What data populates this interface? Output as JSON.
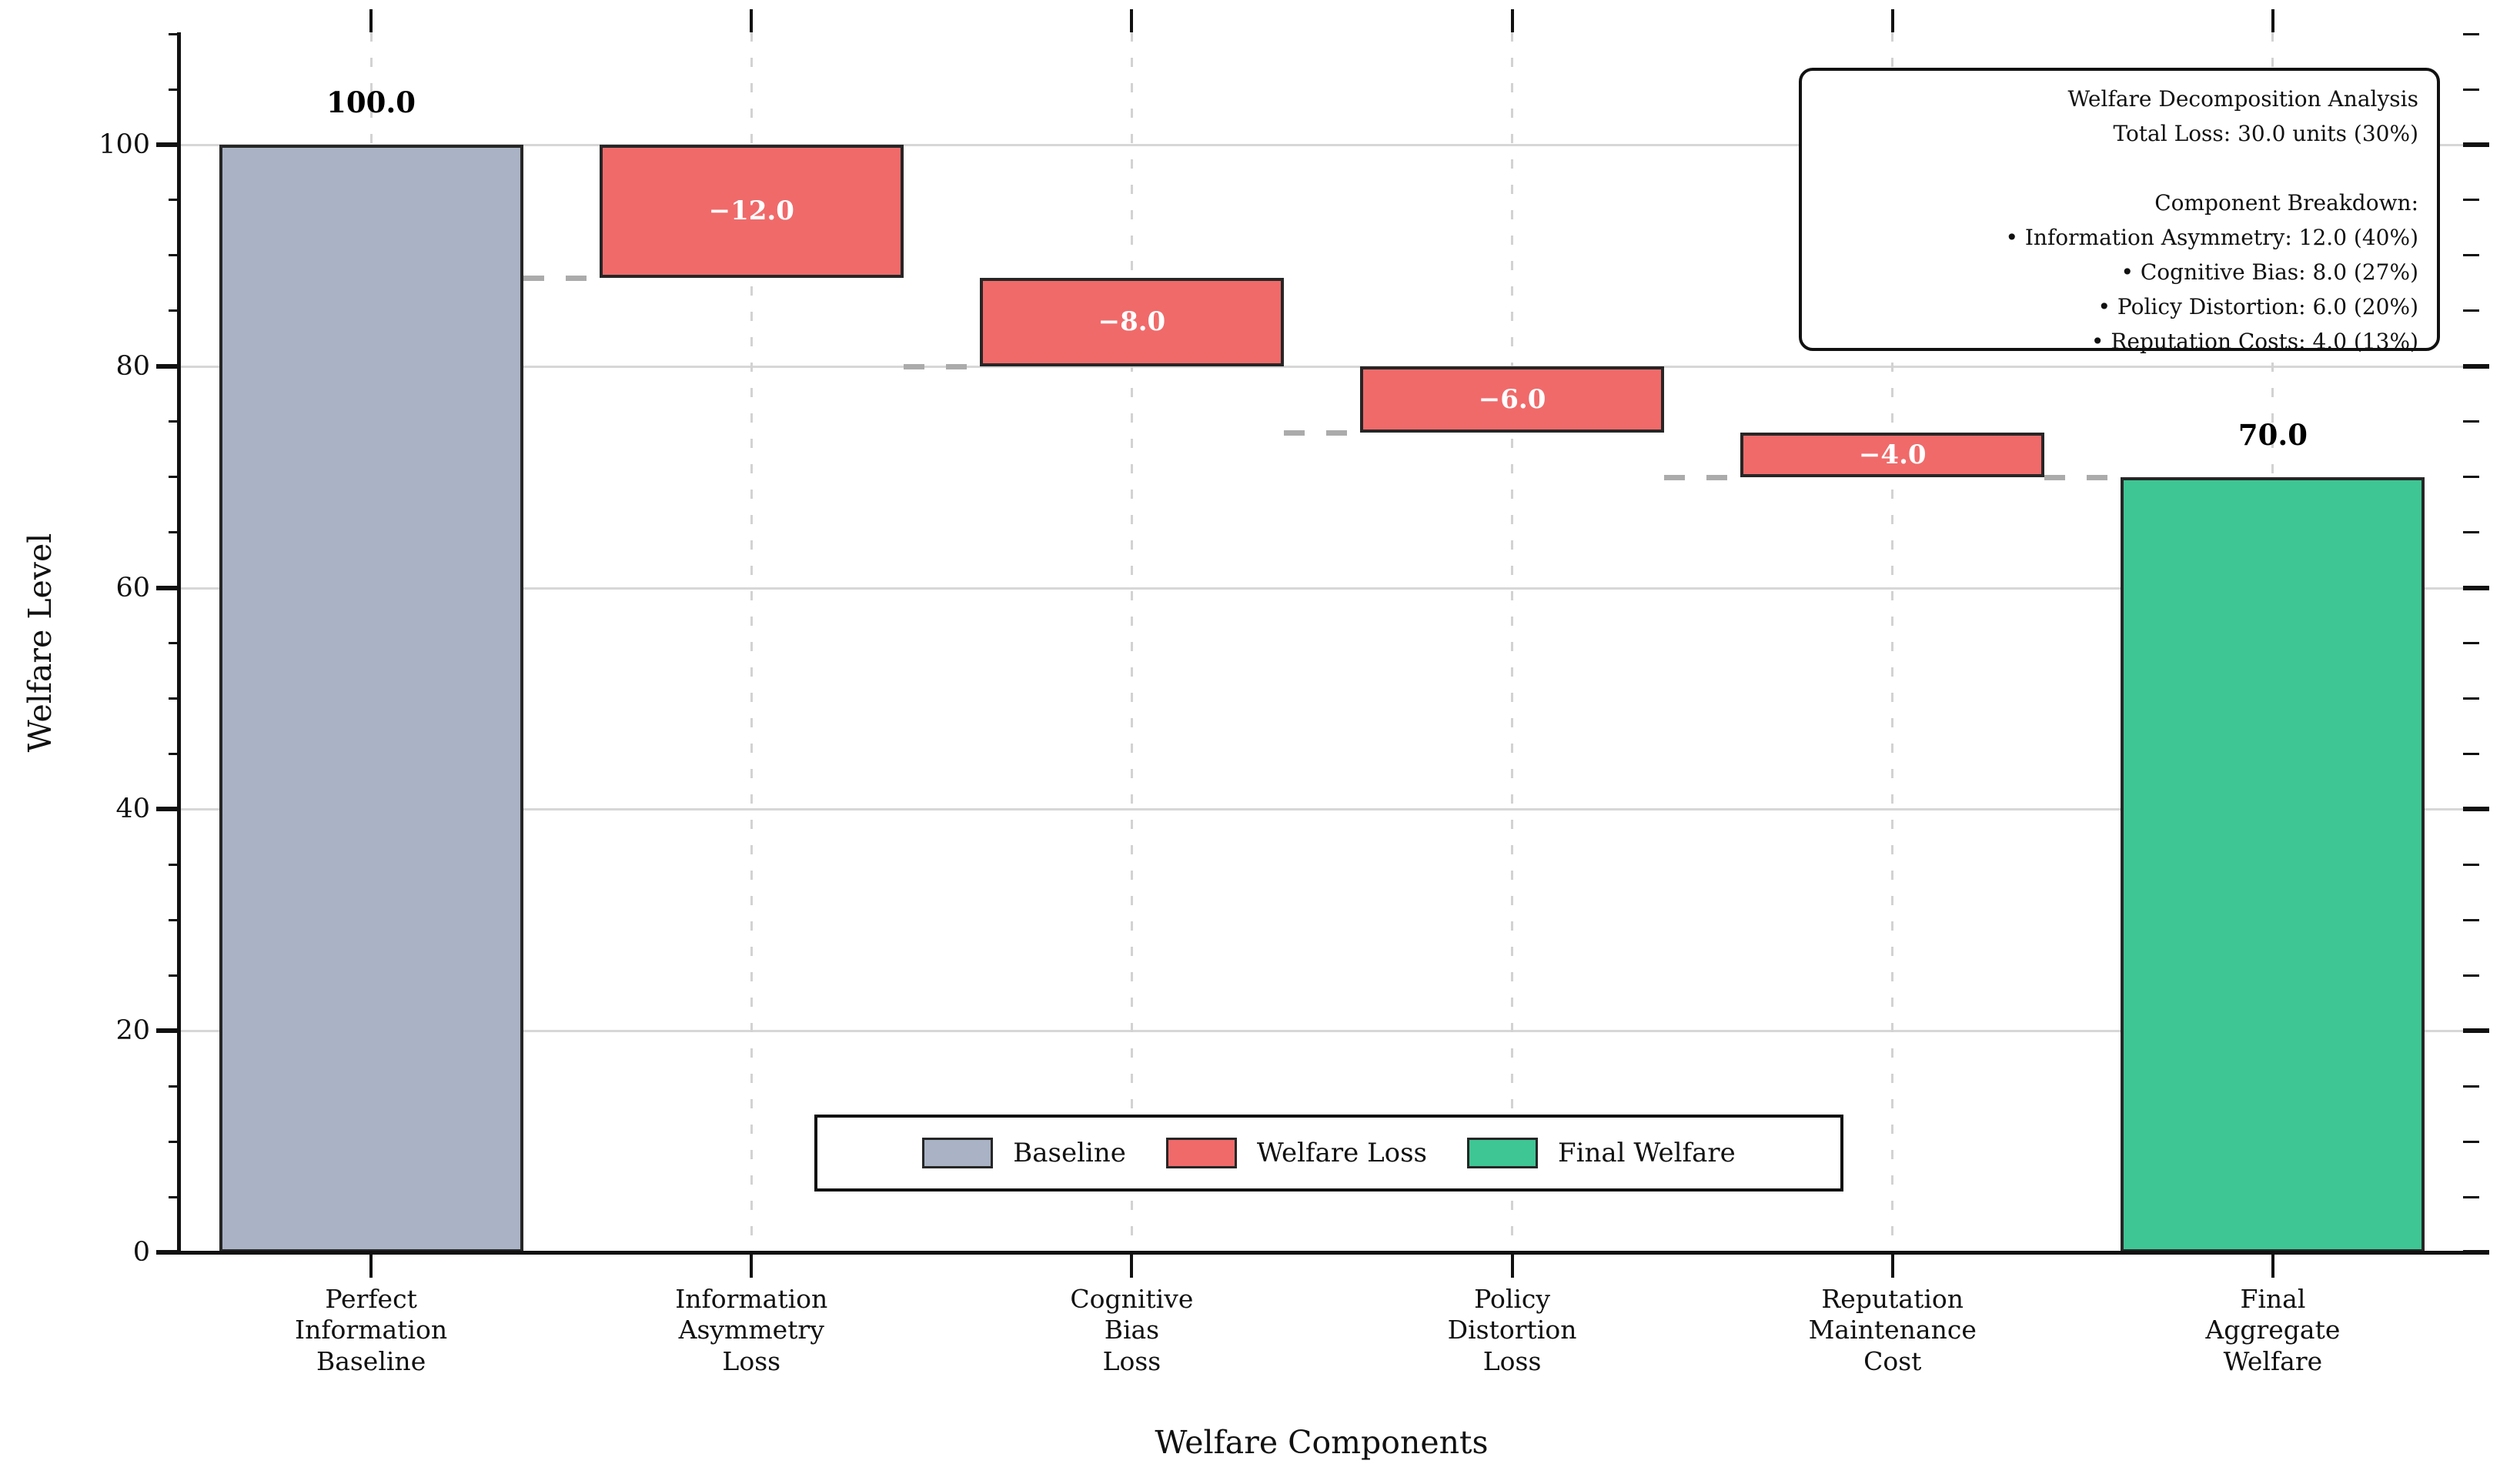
{
  "chart_data": {
    "type": "bar",
    "subtype": "waterfall",
    "title": "",
    "xlabel": "Welfare Components",
    "ylabel": "Welfare Level",
    "ylim": [
      0,
      110
    ],
    "yticks": [
      0,
      20,
      40,
      60,
      80,
      100
    ],
    "minor_tick_step": 5,
    "grid": {
      "horizontal": "solid",
      "vertical": "dashed"
    },
    "categories": [
      "Perfect\nInformation\nBaseline",
      "Information\nAsymmetry\nLoss",
      "Cognitive\nBias\nLoss",
      "Policy\nDistortion\nLoss",
      "Reputation\nMaintenance\nCost",
      "Final\nAggregate\nWelfare"
    ],
    "bars": [
      {
        "name": "Perfect Information Baseline",
        "role": "baseline",
        "from": 0,
        "to": 100,
        "value": 100.0,
        "label": "100.0",
        "label_placement": "above"
      },
      {
        "name": "Information Asymmetry Loss",
        "role": "loss",
        "from": 88,
        "to": 100,
        "value": -12.0,
        "label": "−12.0",
        "label_placement": "inside"
      },
      {
        "name": "Cognitive Bias Loss",
        "role": "loss",
        "from": 80,
        "to": 88,
        "value": -8.0,
        "label": "−8.0",
        "label_placement": "inside"
      },
      {
        "name": "Policy Distortion Loss",
        "role": "loss",
        "from": 74,
        "to": 80,
        "value": -6.0,
        "label": "−6.0",
        "label_placement": "inside"
      },
      {
        "name": "Reputation Maintenance Cost",
        "role": "loss",
        "from": 70,
        "to": 74,
        "value": -4.0,
        "label": "−4.0",
        "label_placement": "inside"
      },
      {
        "name": "Final Aggregate Welfare",
        "role": "final",
        "from": 0,
        "to": 70,
        "value": 70.0,
        "label": "70.0",
        "label_placement": "above"
      }
    ],
    "connectors": [
      {
        "after_bar": 0,
        "level": 88
      },
      {
        "after_bar": 1,
        "level": 80
      },
      {
        "after_bar": 2,
        "level": 74
      },
      {
        "after_bar": 3,
        "level": 70
      },
      {
        "after_bar": 4,
        "level": 70
      }
    ],
    "colors": {
      "baseline": "#A9B3C5",
      "loss": "#F06A6A",
      "final": "#3EC694",
      "bar_edge": "#262626",
      "grid": "#d7d7d7",
      "connector": "#ababab"
    }
  },
  "legend": {
    "items": [
      {
        "label": "Baseline",
        "role": "baseline"
      },
      {
        "label": "Welfare Loss",
        "role": "loss"
      },
      {
        "label": "Final Welfare",
        "role": "final"
      }
    ]
  },
  "annotation": {
    "text": "Welfare Decomposition Analysis\nTotal Loss: 30.0 units (30%)\n\nComponent Breakdown:\n• Information Asymmetry: 12.0 (40%)\n• Cognitive Bias: 8.0 (27%)\n• Policy Distortion: 6.0 (20%)\n• Reputation Costs: 4.0 (13%)"
  }
}
